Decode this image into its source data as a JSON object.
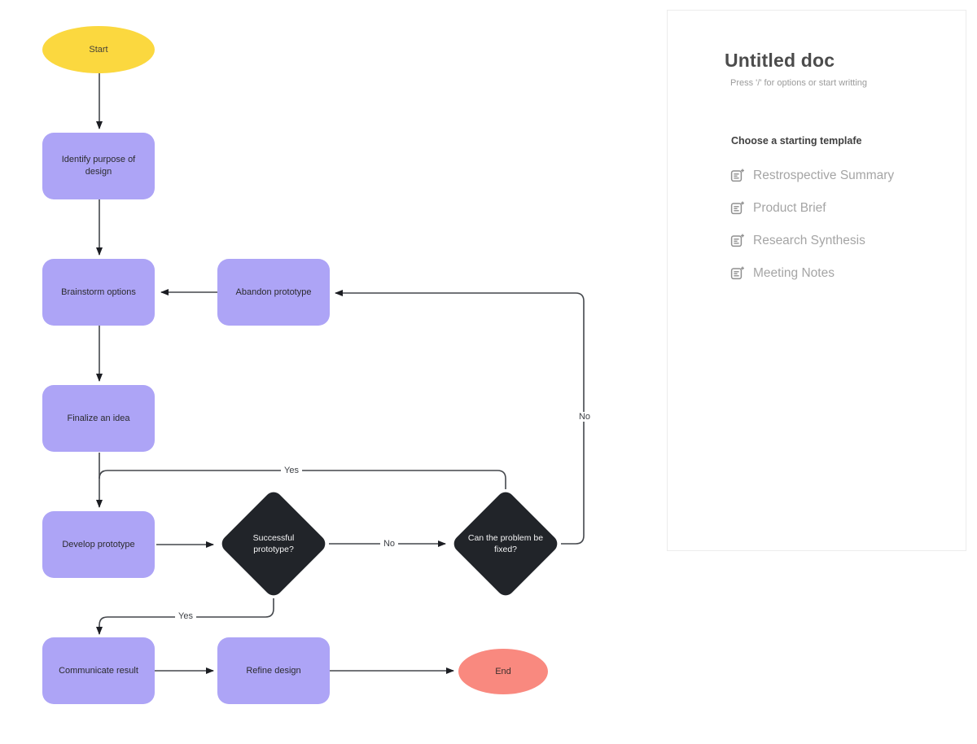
{
  "flowchart": {
    "nodes": {
      "start": {
        "label": "Start"
      },
      "identify": {
        "label": "Identify purpose of design"
      },
      "brainstorm": {
        "label": "Brainstorm options"
      },
      "abandon": {
        "label": "Abandon prototype"
      },
      "finalize": {
        "label": "Finalize an idea"
      },
      "develop": {
        "label": "Develop prototype"
      },
      "successful": {
        "label": "Successful prototype?"
      },
      "can_fix": {
        "label": "Can the problem be fixed?"
      },
      "communicate": {
        "label": "Communicate result"
      },
      "refine": {
        "label": "Refine design"
      },
      "end": {
        "label": "End"
      }
    },
    "edge_labels": {
      "yes_top": "Yes",
      "no_between": "No",
      "no_loop": "No",
      "yes_bottom": "Yes"
    },
    "colors": {
      "process_fill": "#ada4f6",
      "start_fill": "#fbd83f",
      "end_fill": "#f9897f",
      "decision_fill": "#212429",
      "connector": "#44474c"
    }
  },
  "doc_panel": {
    "title": "Untitled doc",
    "placeholder": "Press '/' for options or start writting",
    "templates_header": "Choose a starting templafe",
    "templates": [
      {
        "label": "Restrospective Summary"
      },
      {
        "label": "Product Brief"
      },
      {
        "label": "Research Synthesis"
      },
      {
        "label": "Meeting Notes"
      }
    ]
  }
}
